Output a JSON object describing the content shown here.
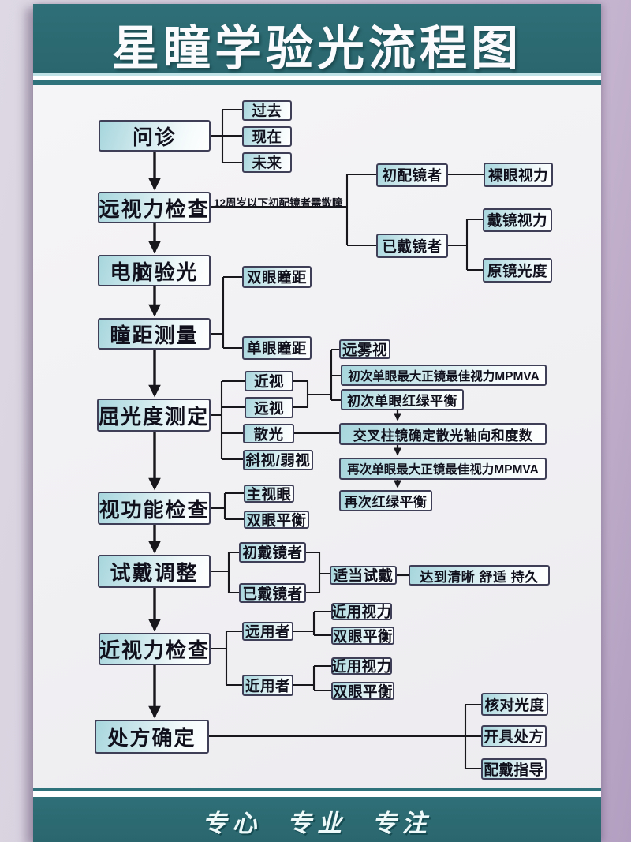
{
  "header": {
    "title": "星瞳学验光流程图"
  },
  "footer": {
    "slogan": "专心 专业 专注"
  },
  "annotation": {
    "dilation_note": "12周岁以下初配镜者需散瞳"
  },
  "colors": {
    "band_teal": "#2b6a72",
    "stripe_teal": "#2e737c",
    "node_fill_cyan": "#a7d6dd",
    "node_border": "#3f3f58",
    "paper": "#f1f0f3",
    "outer_mauve": "#c4b3ce",
    "line": "#17171c"
  },
  "nodes": {
    "wenzhen": "问诊",
    "yuanshili_jiancha": "远视力检查",
    "diannao_yanguang": "电脑验光",
    "tongju_celiang": "瞳距测量",
    "quguangdu_ceding": "屈光度测定",
    "shigongneng_jiancha": "视功能检查",
    "shidai_tiaozheng": "试戴调整",
    "jinshili_jiancha": "近视力检查",
    "chufang_queding": "处方确定",
    "guoqu": "过去",
    "xianzai": "现在",
    "weilai": "未来",
    "chupeijingzhe": "初配镜者",
    "luoyan_shili": "裸眼视力",
    "yidaijingzhe": "已戴镜者",
    "daijing_shili": "戴镜视力",
    "yuanjing_guangdu": "原镜光度",
    "shuangyan_tongju": "双眼瞳距",
    "danyan_tongju": "单眼瞳距",
    "jinshi": "近视",
    "yuanshi": "远视",
    "sanguang": "散光",
    "xieshi_ruoshi": "斜视/弱视",
    "yuan_wushi": "远雾视",
    "chuci_mpmva": "初次单眼最大正镜最佳视力MPMVA",
    "chuci_honglv": "初次单眼红绿平衡",
    "jiaocha_zhujing": "交叉柱镜确定散光轴向和度数",
    "zaici_mpmva": "再次单眼最大正镜最佳视力MPMVA",
    "zaici_honglv": "再次红绿平衡",
    "zhushiyan": "主视眼",
    "shuangyan_pingheng": "双眼平衡",
    "chudaijingzhe": "初戴镜者",
    "shidang_shidai": "适当试戴",
    "dadao_qingxi": "达到清晰  舒适  持久",
    "yuanyongzhe": "远用者",
    "jinyongzhe": "近用者",
    "jinyong_shili": "近用视力",
    "hedui_guangdu": "核对光度",
    "kaiju_chufang": "开具处方",
    "peidai_zhidao": "配戴指导"
  }
}
